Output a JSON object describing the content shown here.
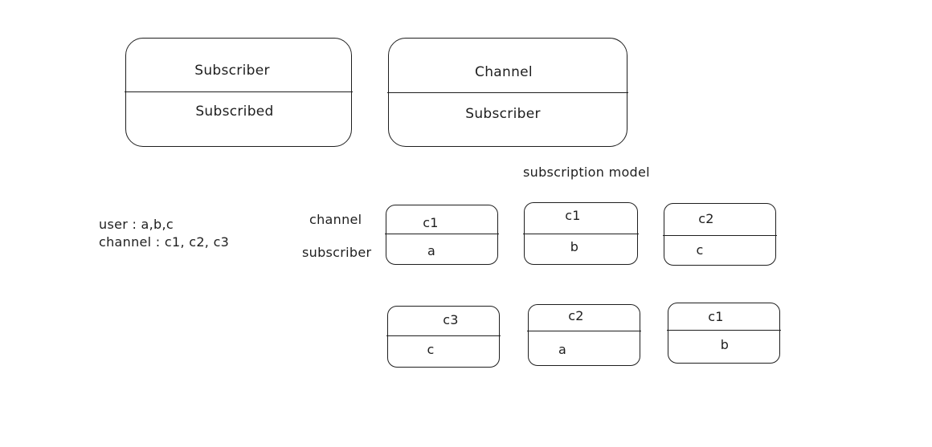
{
  "schema_boxes": [
    {
      "top": "Subscriber",
      "bottom": "Subscribed"
    },
    {
      "top": "Channel",
      "bottom": "Subscriber"
    }
  ],
  "model_title": "subscription model",
  "users_line": "user : a,b,c",
  "channels_line": "channel : c1, c2, c3",
  "row_labels": {
    "top": "channel",
    "bottom": "subscriber"
  },
  "subscriptions": [
    {
      "channel": "c1",
      "subscriber": "a"
    },
    {
      "channel": "c1",
      "subscriber": "b"
    },
    {
      "channel": "c2",
      "subscriber": "c"
    },
    {
      "channel": "c3",
      "subscriber": "c"
    },
    {
      "channel": "c2",
      "subscriber": "a"
    },
    {
      "channel": "c1",
      "subscriber": "b"
    }
  ],
  "colors": {
    "stroke": "#1e1e1e",
    "background": "#ffffff"
  }
}
